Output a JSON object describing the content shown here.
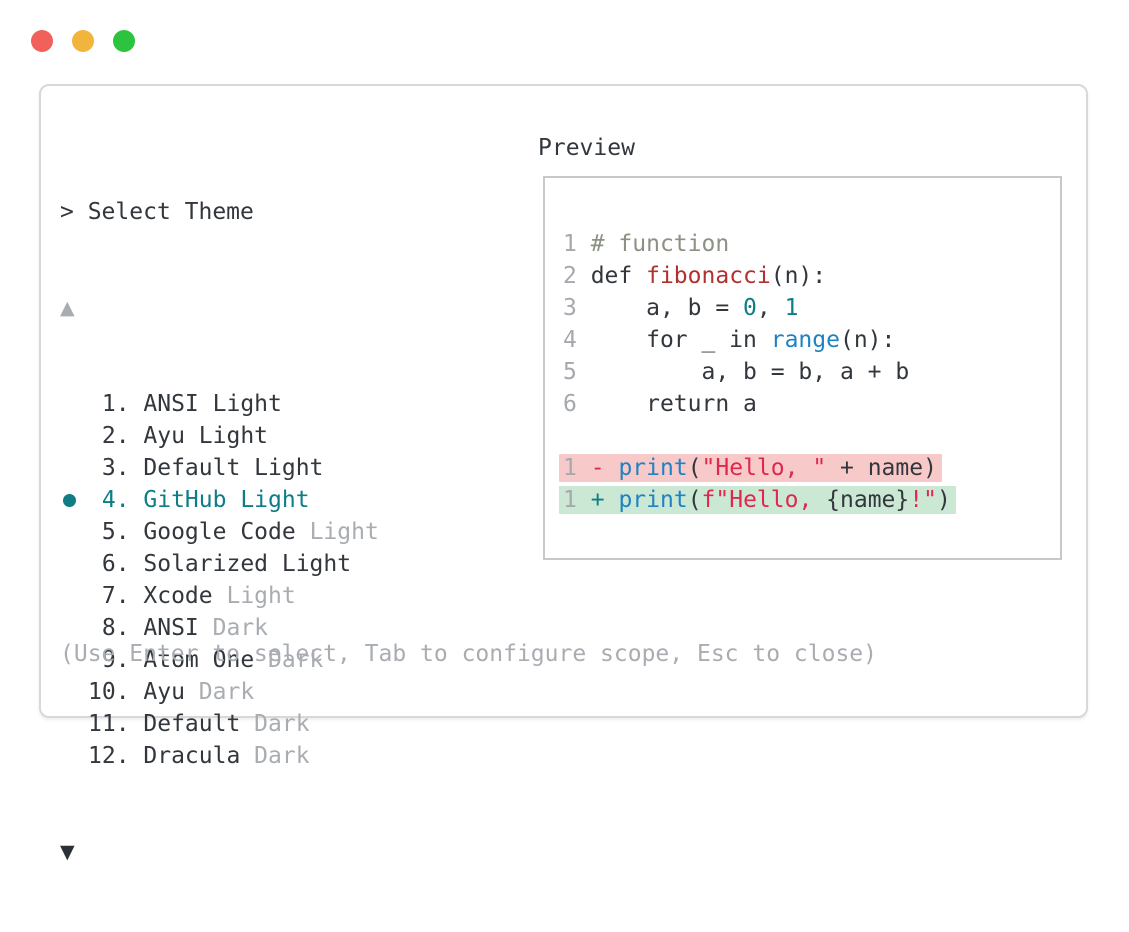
{
  "palette": {
    "accent_teal": "#0e7d86",
    "text_dark": "#32373d",
    "text_muted": "#a9adb2",
    "line_number": "#a5a9ad",
    "comment": "#8b9183",
    "function_red": "#b23030",
    "string_crimson": "#e0284e",
    "keyword_blue": "#1f83c2",
    "diff_removed_bg": "#f8c9c9",
    "diff_added_bg": "#cbe8d5",
    "border_outer": "#d8d8d8",
    "border_preview": "#c8c8c8"
  },
  "window": {
    "traffic_lights": [
      {
        "name": "close",
        "color": "#f1605b"
      },
      {
        "name": "minimize",
        "color": "#f2b53b"
      },
      {
        "name": "zoom",
        "color": "#2cc33e"
      }
    ]
  },
  "prompt": {
    "caret": "> ",
    "title": "Select Theme"
  },
  "scroll": {
    "up_glyph": "▲",
    "down_glyph": "▼"
  },
  "theme_list": {
    "items": [
      {
        "num": " 1. ",
        "selected": false,
        "parts": [
          {
            "text": "ANSI Light",
            "style": "normal"
          }
        ]
      },
      {
        "num": " 2. ",
        "selected": false,
        "parts": [
          {
            "text": "Ayu Light",
            "style": "normal"
          }
        ]
      },
      {
        "num": " 3. ",
        "selected": false,
        "parts": [
          {
            "text": "Default Light",
            "style": "normal"
          }
        ]
      },
      {
        "num": " 4. ",
        "selected": true,
        "parts": [
          {
            "text": "GitHub Light",
            "style": "normal"
          }
        ]
      },
      {
        "num": " 5. ",
        "selected": false,
        "parts": [
          {
            "text": "Google Code ",
            "style": "normal"
          },
          {
            "text": "Light",
            "style": "muted"
          }
        ]
      },
      {
        "num": " 6. ",
        "selected": false,
        "parts": [
          {
            "text": "Solarized Light",
            "style": "normal"
          }
        ]
      },
      {
        "num": " 7. ",
        "selected": false,
        "parts": [
          {
            "text": "Xcode ",
            "style": "normal"
          },
          {
            "text": "Light",
            "style": "muted"
          }
        ]
      },
      {
        "num": " 8. ",
        "selected": false,
        "parts": [
          {
            "text": "ANSI ",
            "style": "normal"
          },
          {
            "text": "Dark",
            "style": "muted"
          }
        ]
      },
      {
        "num": " 9. ",
        "selected": false,
        "parts": [
          {
            "text": "Atom One ",
            "style": "normal"
          },
          {
            "text": "Dark",
            "style": "muted"
          }
        ]
      },
      {
        "num": "10. ",
        "selected": false,
        "parts": [
          {
            "text": "Ayu ",
            "style": "normal"
          },
          {
            "text": "Dark",
            "style": "muted"
          }
        ]
      },
      {
        "num": "11. ",
        "selected": false,
        "parts": [
          {
            "text": "Default ",
            "style": "normal"
          },
          {
            "text": "Dark",
            "style": "muted"
          }
        ]
      },
      {
        "num": "12. ",
        "selected": false,
        "parts": [
          {
            "text": "Dracula ",
            "style": "normal"
          },
          {
            "text": "Dark",
            "style": "muted"
          }
        ]
      }
    ]
  },
  "preview": {
    "label": "Preview",
    "lines": [
      {
        "num": "1",
        "bg": null,
        "tokens": [
          {
            "t": " ",
            "c": "default"
          },
          {
            "t": "# function",
            "c": "comment"
          }
        ]
      },
      {
        "num": "2",
        "bg": null,
        "tokens": [
          {
            "t": " def ",
            "c": "default"
          },
          {
            "t": "fibonacci",
            "c": "function"
          },
          {
            "t": "(n):",
            "c": "default"
          }
        ]
      },
      {
        "num": "3",
        "bg": null,
        "tokens": [
          {
            "t": "     a, b = ",
            "c": "default"
          },
          {
            "t": "0",
            "c": "number"
          },
          {
            "t": ", ",
            "c": "default"
          },
          {
            "t": "1",
            "c": "number"
          }
        ]
      },
      {
        "num": "4",
        "bg": null,
        "tokens": [
          {
            "t": "     for _ in ",
            "c": "default"
          },
          {
            "t": "range",
            "c": "builtin"
          },
          {
            "t": "(n):",
            "c": "default"
          }
        ]
      },
      {
        "num": "5",
        "bg": null,
        "tokens": [
          {
            "t": "         a, b = b, a + b",
            "c": "default"
          }
        ]
      },
      {
        "num": "6",
        "bg": null,
        "tokens": [
          {
            "t": "     return a",
            "c": "default"
          }
        ]
      },
      {
        "num": "",
        "bg": null,
        "tokens": []
      },
      {
        "num": "1",
        "bg": "removed",
        "tokens": [
          {
            "t": " ",
            "c": "default"
          },
          {
            "t": "-",
            "c": "string"
          },
          {
            "t": " ",
            "c": "default"
          },
          {
            "t": "print",
            "c": "builtin"
          },
          {
            "t": "(",
            "c": "default"
          },
          {
            "t": "\"Hello, \"",
            "c": "string"
          },
          {
            "t": " + name",
            "c": "default"
          },
          {
            "t": ")",
            "c": "default"
          }
        ]
      },
      {
        "num": "1",
        "bg": "added",
        "tokens": [
          {
            "t": " ",
            "c": "default"
          },
          {
            "t": "+",
            "c": "number"
          },
          {
            "t": " ",
            "c": "default"
          },
          {
            "t": "print",
            "c": "builtin"
          },
          {
            "t": "(",
            "c": "default"
          },
          {
            "t": "f\"Hello, ",
            "c": "string"
          },
          {
            "t": "{name}",
            "c": "default"
          },
          {
            "t": "!\"",
            "c": "string"
          },
          {
            "t": ")",
            "c": "default"
          }
        ]
      }
    ]
  },
  "footer": {
    "hint": "(Use Enter to select, Tab to configure scope, Esc to close)"
  }
}
